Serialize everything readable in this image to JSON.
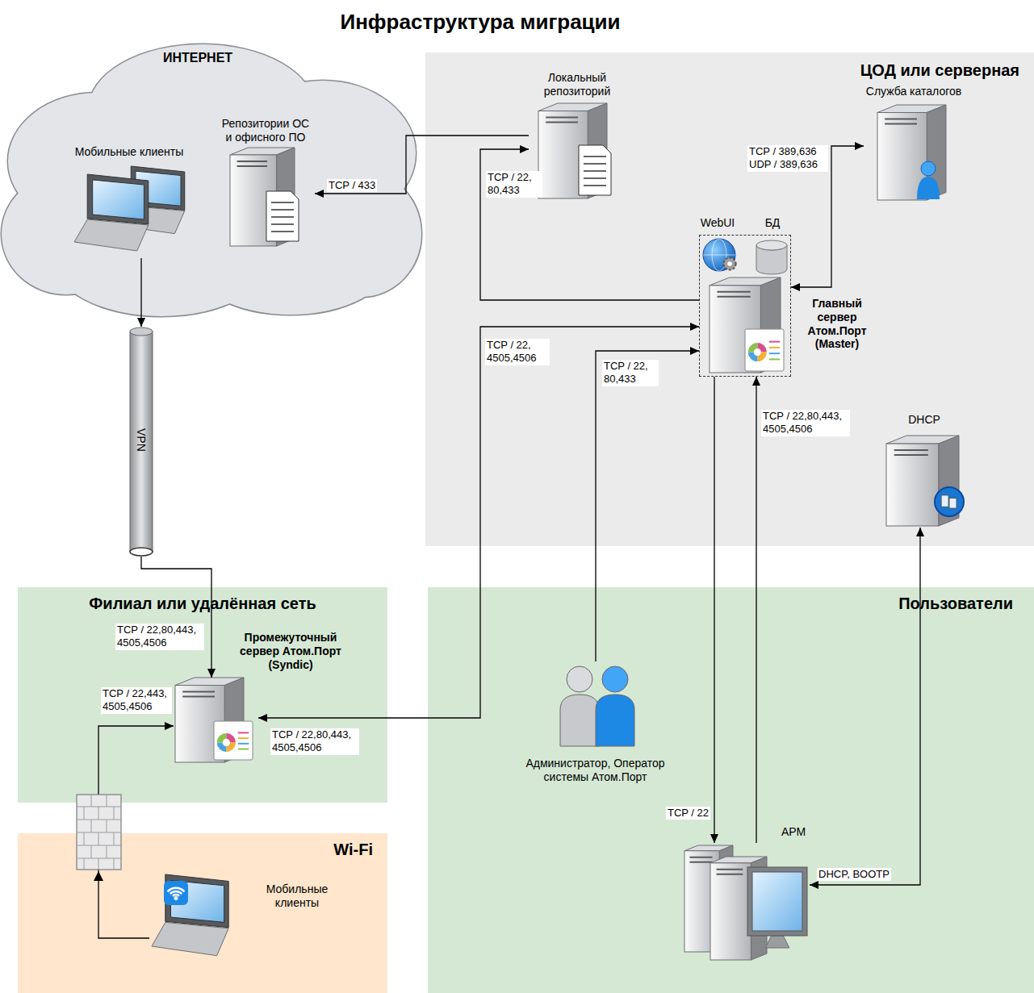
{
  "diagram": {
    "title": "Инфраструктура миграции",
    "nodes": [
      {
        "text": [
          "ИНТЕРНЕТ"
        ]
      },
      {
        "text": [
          "Мобильные клиенты"
        ],
        "in": 0
      },
      {
        "text": [
          "Репозитории ОС и офисного ПО"
        ],
        "in": 0
      },
      {
        "text": [
          "ЦОД или серверная"
        ]
      },
      {
        "text": [
          "Локальный репозиторий"
        ],
        "in": 3
      },
      {
        "text": [
          "Служба каталогов"
        ],
        "in": 3
      },
      {
        "text": [
          "WebUI",
          "БД",
          "Главный сервер Атом.Порт (Master)"
        ],
        "in": 3
      },
      {
        "text": [
          "DHCP"
        ],
        "in": 3
      },
      {
        "text": [
          "VPN"
        ]
      },
      {
        "text": [
          "Филиал или удалённая сеть"
        ]
      },
      {
        "text": [
          "Промежуточный сервер Атом.Порт (Syndic)"
        ],
        "in": 9
      },
      {
        "text": [
          "Пользователи"
        ]
      },
      {
        "text": [
          "Администратор, Оператор системы Атом.Порт"
        ],
        "in": 11
      },
      {
        "text": [
          "АРМ"
        ],
        "in": 11
      },
      {
        "text": [
          "Wi-Fi"
        ]
      },
      {
        "text": [
          "Мобильные клиенты"
        ],
        "in": 14
      }
    ],
    "edges": [
      {
        "from": 4,
        "to": 2,
        "arrow": "to",
        "label": "TCP / 433"
      },
      {
        "from": 6,
        "to": 4,
        "arrow": "to",
        "label": "TCP / 22, 80,433"
      },
      {
        "from": 6,
        "to": 5,
        "arrow": "both",
        "label": "TCP / 389,636 UDP / 389,636"
      },
      {
        "from": 6,
        "to": 10,
        "arrow": "both",
        "label": "TCP / 22, 4505,4506"
      },
      {
        "from": 12,
        "to": 6,
        "arrow": "to",
        "label": "TCP / 22, 80,433"
      },
      {
        "from": 6,
        "to": 13,
        "arrow": "to",
        "label": "TCP / 22"
      },
      {
        "from": 13,
        "to": 6,
        "arrow": "to",
        "label": "TCP / 22,80,443, 4505,4506"
      },
      {
        "from": 13,
        "to": 7,
        "arrow": "both",
        "label": "DHCP, BOOTP"
      },
      {
        "from": 1,
        "to": 8,
        "arrow": "to"
      },
      {
        "from": 8,
        "to": 10,
        "arrow": "to",
        "label": "TCP / 22,80,443, 4505,4506"
      },
      {
        "from": 15,
        "to": 10,
        "arrow": "to",
        "label": "TCP / 22,443, 4505,4506"
      }
    ],
    "labels": [
      "TCP / 22,80,443, 4505,4506"
    ]
  }
}
